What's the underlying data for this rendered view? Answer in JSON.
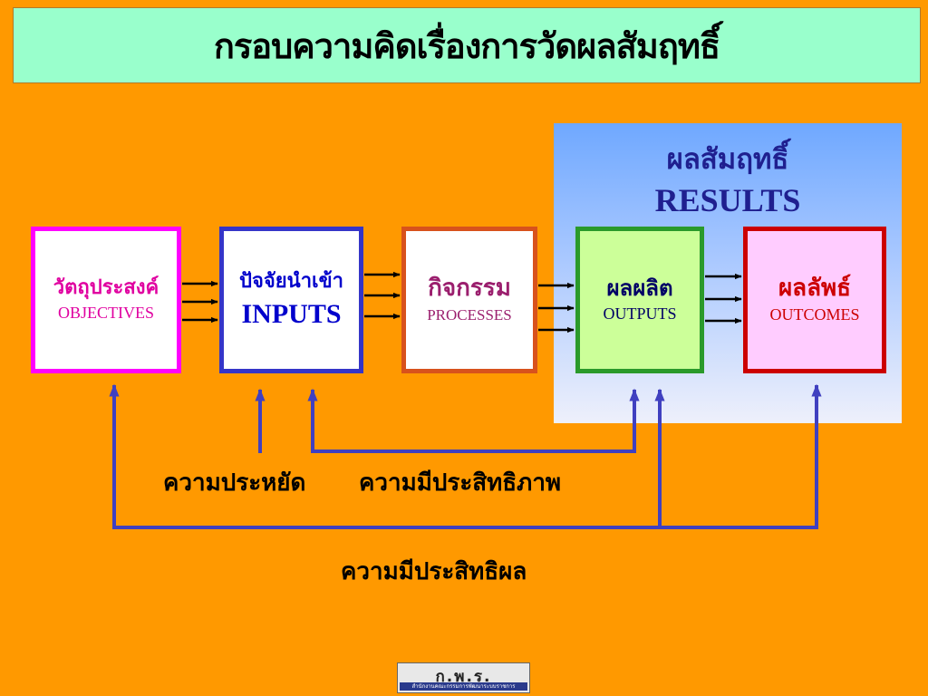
{
  "title": "กรอบความคิดเรื่องการวัดผลสัมฤทธิ์",
  "results": {
    "th": "ผลสัมฤทธิ์",
    "en": "RESULTS"
  },
  "boxes": {
    "objectives": {
      "th": "วัตถุประสงค์",
      "en": "OBJECTIVES"
    },
    "inputs": {
      "th": "ปัจจัยนำเข้า",
      "en": "INPUTS"
    },
    "processes": {
      "th": "กิจกรรม",
      "en": "PROCESSES"
    },
    "outputs": {
      "th": "ผลผลิต",
      "en": "OUTPUTS"
    },
    "outcomes": {
      "th": "ผลลัพธ์",
      "en": "OUTCOMES"
    }
  },
  "labels": {
    "economy": "ความประหยัด",
    "efficiency": "ความมีประสิทธิภาพ",
    "effectiveness": "ความมีประสิทธิผล"
  },
  "logo": {
    "main": "ก.พ.ร.",
    "sub": "สำนักงานคณะกรรมการพัฒนาระบบราชการ"
  },
  "colors": {
    "background": "#ff9900",
    "title_bg": "#99ffcc",
    "arrow_black": "#000000",
    "arrow_blue": "#4040c0"
  }
}
